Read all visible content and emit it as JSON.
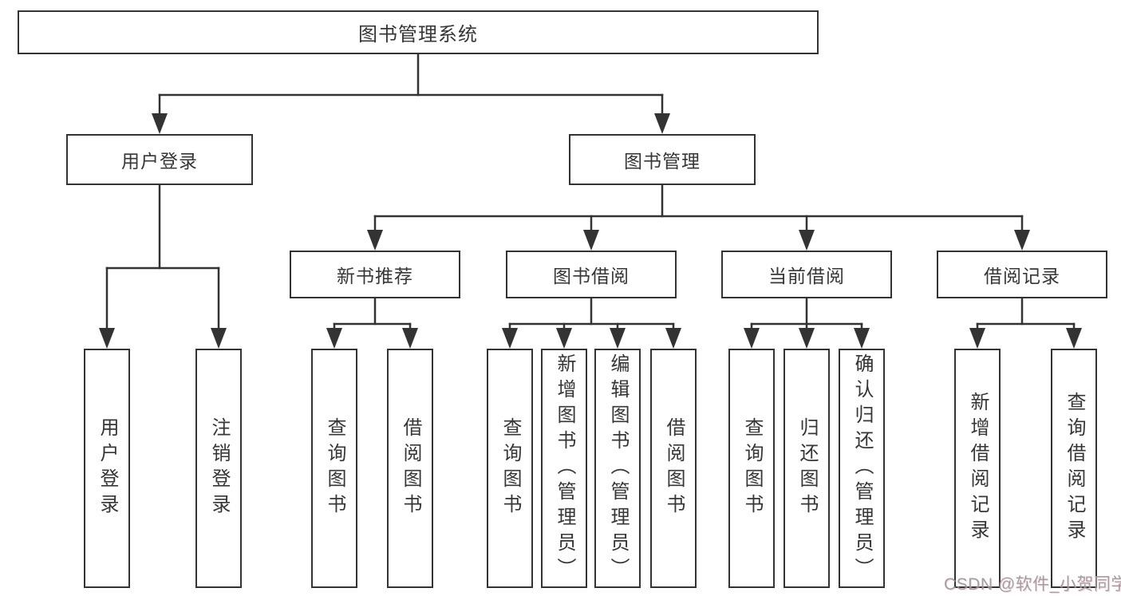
{
  "diagram_type": "hierarchy-tree",
  "colors": {
    "line": "#333333",
    "box_border": "#333333",
    "box_fill": "#ffffff",
    "text": "#363636",
    "watermark": "#96969e"
  },
  "tree": {
    "label": "图书管理系统",
    "children": [
      {
        "label": "用户登录",
        "children": [
          {
            "label": "用户登录"
          },
          {
            "label": "注销登录"
          }
        ]
      },
      {
        "label": "图书管理",
        "children": [
          {
            "label": "新书推荐",
            "children": [
              {
                "label": "查询图书"
              },
              {
                "label": "借阅图书"
              }
            ]
          },
          {
            "label": "图书借阅",
            "children": [
              {
                "label": "查询图书"
              },
              {
                "label": "新增图书（管理员）"
              },
              {
                "label": "编辑图书（管理员）"
              },
              {
                "label": "借阅图书"
              }
            ]
          },
          {
            "label": "当前借阅",
            "children": [
              {
                "label": "查询图书"
              },
              {
                "label": "归还图书"
              },
              {
                "label": "确认归还（管理员）"
              }
            ]
          },
          {
            "label": "借阅记录",
            "children": [
              {
                "label": "新增借阅记录"
              },
              {
                "label": "查询借阅记录"
              }
            ]
          }
        ]
      }
    ]
  },
  "watermark": "CSDN @软件_小贺同学"
}
